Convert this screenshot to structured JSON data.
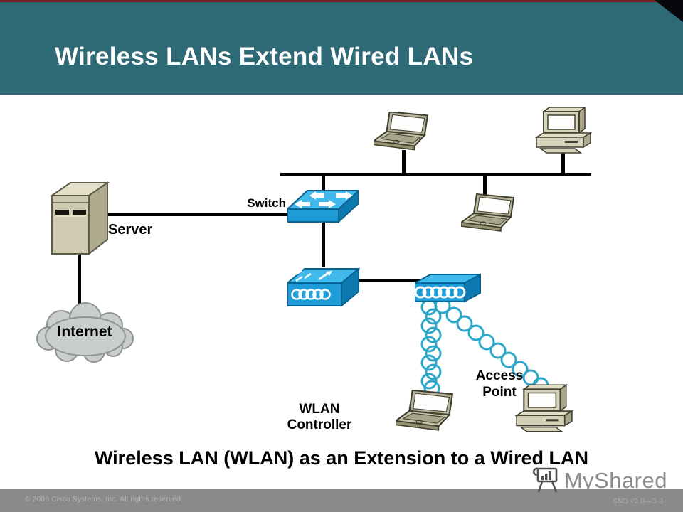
{
  "slide": {
    "title": "Wireless LANs Extend Wired LANs",
    "caption": "Wireless LAN (WLAN) as an Extension to a Wired LAN"
  },
  "diagram": {
    "internet_label": "Internet",
    "server_label": "Server",
    "switch_label": "Switch",
    "wlan_controller": {
      "line1": "WLAN",
      "line2": "Controller"
    },
    "access_point": {
      "line1": "Access",
      "line2": "Point"
    }
  },
  "footer": {
    "copyright": "© 2006 Cisco Systems, Inc. All rights reserved.",
    "slide_code": "SND v2.0—3-3"
  },
  "watermark": {
    "text": "MyShared"
  },
  "icons": {
    "server": "server-tower-icon",
    "internet": "cloud-icon",
    "switch": "cisco-switch-icon",
    "wlan_controller": "wlan-controller-icon",
    "access_point": "access-point-icon",
    "laptop": "laptop-icon",
    "desktop": "desktop-computer-icon",
    "wireless_link": "wireless-coil-link-icon",
    "watermark": "flipchart-icon"
  },
  "colors": {
    "header_teal": "#2E6A75",
    "top_stripe_red": "#7E1B22",
    "device_blue": "#1E9CD8",
    "device_blue_top": "#41B9EB",
    "device_blue_side": "#0C7AB0",
    "coil_teal": "#2CA6C9",
    "device_beige": "#D6D2B9",
    "cloud_gray": "#C9CDCB",
    "footer_gray": "#8A8A8A"
  }
}
